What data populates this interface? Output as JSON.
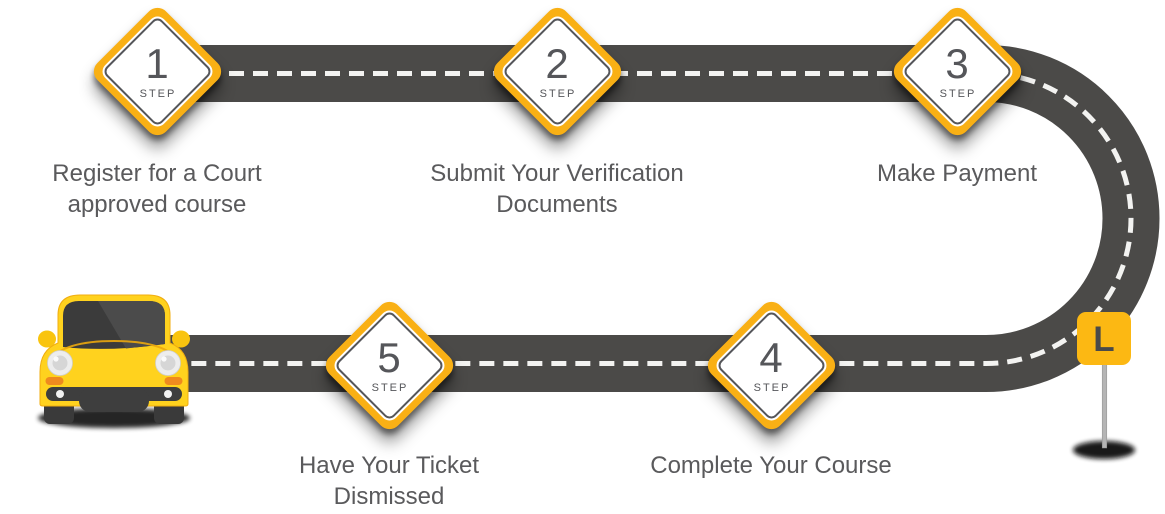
{
  "diagram": {
    "title": "court-course-5-step-roadmap",
    "background_color": "#ffffff",
    "road_color": "#4B4A48",
    "lane_line_color": "#F3F3F1",
    "diamond_border_color": "#F9B015",
    "diamond_inner_border_color": "#55565A",
    "step_text_color": "#55565A",
    "caption_text_color": "#5A5A5C"
  },
  "steps": [
    {
      "number": "1",
      "label": "STEP",
      "caption_line1": "Register for a Court",
      "caption_line2": "approved course"
    },
    {
      "number": "2",
      "label": "STEP",
      "caption_line1": "Submit Your Verification",
      "caption_line2": "Documents"
    },
    {
      "number": "3",
      "label": "STEP",
      "caption_line1": "Make Payment",
      "caption_line2": ""
    },
    {
      "number": "4",
      "label": "STEP",
      "caption_line1": "Complete Your Course",
      "caption_line2": ""
    },
    {
      "number": "5",
      "label": "STEP",
      "caption_line1": "Have Your Ticket",
      "caption_line2": "Dismissed"
    }
  ],
  "sign": {
    "letter": "L",
    "bg_color": "#FCB813",
    "letter_color": "#4A4A4A"
  },
  "car": {
    "body_color": "#FFD21E",
    "window_color": "#3B3B3B",
    "indicator_color": "#EF8A1F"
  }
}
